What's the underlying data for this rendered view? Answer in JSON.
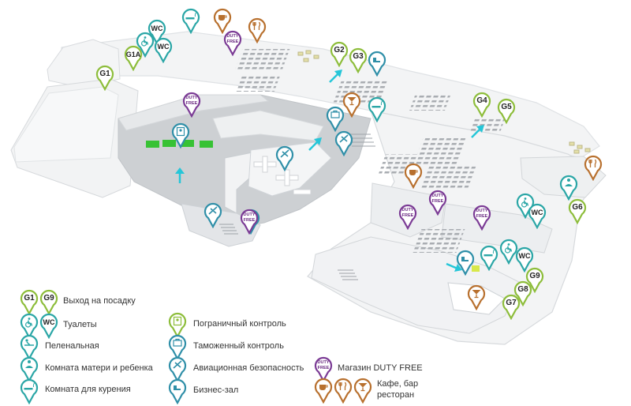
{
  "colors": {
    "gate": "#8dbd3a",
    "facility": "#2aa6a6",
    "control": "#2f8fa8",
    "duty_free": "#7b3b95",
    "food": "#b8702e",
    "floor_light": "#f4f5f6",
    "floor_wall": "#dcdfe2",
    "floor_dark": "#d0d3d6",
    "seat": "#a9adb2",
    "green_desk": "#37c234",
    "arrow": "#25c6d8"
  },
  "pins": {
    "gates": [
      "G1",
      "G1A",
      "G2",
      "G3",
      "G4",
      "G5",
      "G6",
      "G7",
      "G8",
      "G9"
    ],
    "wc": "WC",
    "duty_free": "DUTY FREE"
  },
  "legend": {
    "gate_sample_1": "G1",
    "gate_sample_2": "G9",
    "gates": "Выход на посадку",
    "toilets": "Туалеты",
    "baby_changing": "Пеленальная",
    "mother_child": "Комната матери и ребенка",
    "smoking": "Комната для курения",
    "border_control": "Пограничный контроль",
    "customs": "Таможенный контроль",
    "security": "Авиационная безопасность",
    "business": "Бизнес-зал",
    "duty_free_sample": "DUTY FREE",
    "duty_free": "Магазин DUTY FREE",
    "cafe_line1": "Кафе, бар",
    "cafe_line2": "ресторан"
  }
}
